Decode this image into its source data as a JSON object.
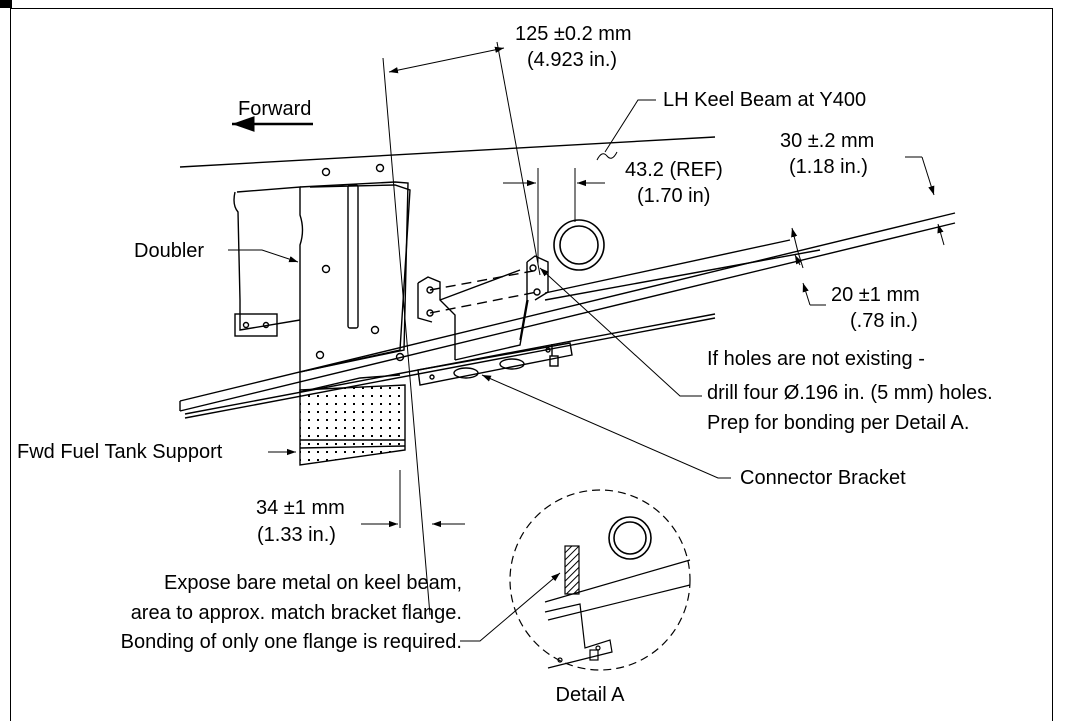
{
  "diagram": {
    "labels": {
      "forward": "Forward",
      "keel_beam": "LH Keel Beam at Y400",
      "dim_125_mm": "125 ±0.2 mm",
      "dim_125_in": "(4.923 in.)",
      "dim_43_ref": "43.2 (REF)",
      "dim_43_in": "(1.70 in)",
      "dim_30_mm": "30 ±.2 mm",
      "dim_30_in": "(1.18 in.)",
      "dim_20_mm": "20 ±1 mm",
      "dim_20_in": "(.78 in.)",
      "doubler": "Doubler",
      "fuel_tank_support": "Fwd Fuel Tank Support",
      "holes_note_1": "If holes are not existing -",
      "holes_note_2": "drill four Ø.196 in. (5 mm) holes.",
      "holes_note_3": "Prep for bonding per Detail A.",
      "connector_bracket": "Connector Bracket",
      "dim_34_mm": "34 ±1 mm",
      "dim_34_in": "(1.33 in.)",
      "expose_note_1": "Expose bare metal on keel beam,",
      "expose_note_2": "area to approx. match bracket flange.",
      "expose_note_3": "Bonding of only one flange is required.",
      "detail_a": "Detail A"
    }
  }
}
